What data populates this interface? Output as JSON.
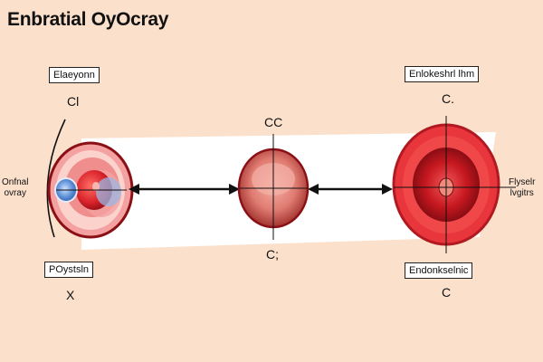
{
  "title": "Enbratial OyOcray",
  "labels": {
    "left_top_box": "Elaeyonn",
    "left_top_letter": "Cl",
    "left_side_line1": "Onfnal",
    "left_side_line2": "ovray",
    "left_bottom_box": "POystsln",
    "left_bottom_letter": "X",
    "middle_top_letter": "CC",
    "middle_bottom_letter": "C;",
    "right_top_box": "Enlokeshrl lhm",
    "right_top_letter": "C.",
    "right_side_line1": "Flyselr",
    "right_side_line2": "lvgitrs",
    "right_bottom_box": "Endonkselnic",
    "right_bottom_letter": "C"
  },
  "colors": {
    "background": "#fbe0cc",
    "band": "#ffffff",
    "red_dark": "#c0101a",
    "red_mid": "#e8363c",
    "pink": "#f4a1a1",
    "blue": "#5b8fd6"
  }
}
